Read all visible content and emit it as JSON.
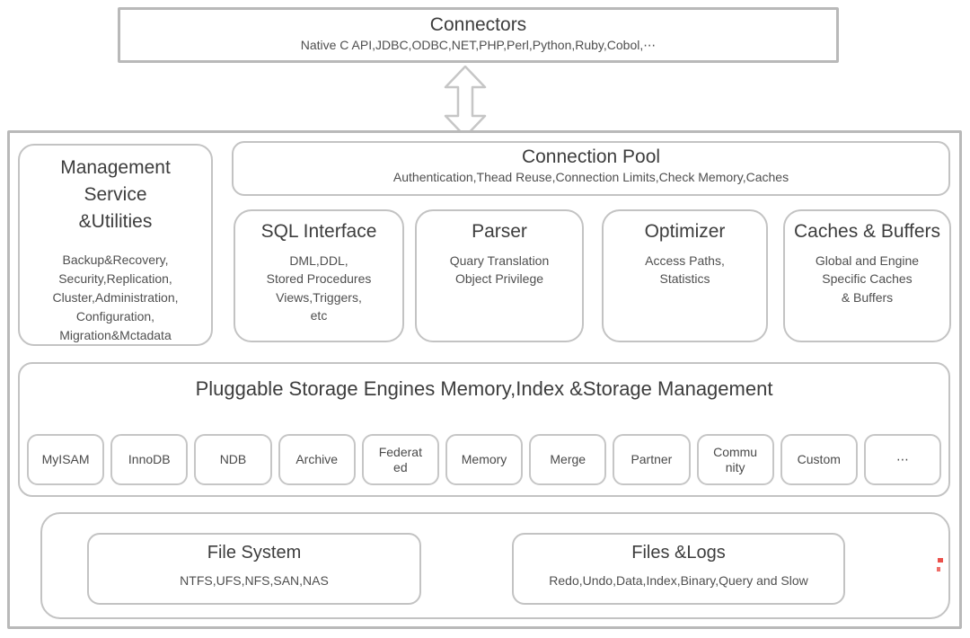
{
  "connectors": {
    "title": "Connectors",
    "subtitle": "Native C API,JDBC,ODBC,NET,PHP,Perl,Python,Ruby,Cobol,⋯"
  },
  "management": {
    "title": "Management\nService\n&Utilities",
    "body": "Backup&Recovery,\nSecurity,Replication,\nCluster,Administration,\nConfiguration,\nMigration&Mctadata"
  },
  "connection_pool": {
    "title": "Connection Pool",
    "subtitle": "Authentication,Thead Reuse,Connection Limits,Check Memory,Caches"
  },
  "modules": [
    {
      "title": "SQL Interface",
      "body": "DML,DDL,\nStored Procedures\nViews,Triggers,\netc"
    },
    {
      "title": "Parser",
      "body": "Quary Translation\nObject Privilege"
    },
    {
      "title": "Optimizer",
      "body": "Access Paths,\nStatistics"
    },
    {
      "title": "Caches & Buffers",
      "body": "Global and Engine\nSpecific Caches\n& Buffers"
    }
  ],
  "storage": {
    "title": "Pluggable Storage Engines Memory,Index &Storage Management",
    "engines": [
      "MyISAM",
      "InnoDB",
      "NDB",
      "Archive",
      "Federat\ned",
      "Memory",
      "Merge",
      "Partner",
      "Commu\nnity",
      "Custom",
      "⋯"
    ]
  },
  "bottom": {
    "file_system": {
      "title": "File System",
      "subtitle": "NTFS,UFS,NFS,SAN,NAS"
    },
    "files_logs": {
      "title": "Files &Logs",
      "subtitle": "Redo,Undo,Data,Index,Binary,Query and Slow"
    }
  },
  "colors": {
    "border_gray": "#b9b9b9",
    "rounded_border_gray": "#c3c3c3",
    "text_dark": "#3d3d3d",
    "annotation_red": "#e8312a"
  }
}
